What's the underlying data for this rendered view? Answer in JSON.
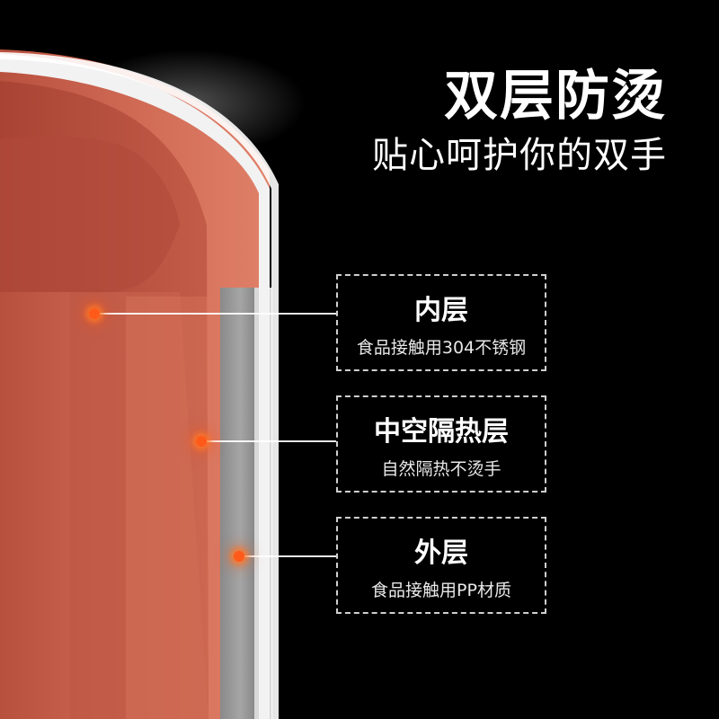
{
  "headline": "双层防烫",
  "subline": "贴心呵护你的双手",
  "callouts": [
    {
      "title": "内层",
      "desc": "食品接触用304不锈钢"
    },
    {
      "title": "中空隔热层",
      "desc": "自然隔热不烫手"
    },
    {
      "title": "外层",
      "desc": "食品接触用PP材质"
    }
  ],
  "colors": {
    "background": "#000000",
    "cup_outer": "#d8705a",
    "cup_inner": "#b85040",
    "insulation_gap": "#9a9a9a",
    "rim": "#f2f2f2",
    "marker": "#ff5a1a"
  }
}
